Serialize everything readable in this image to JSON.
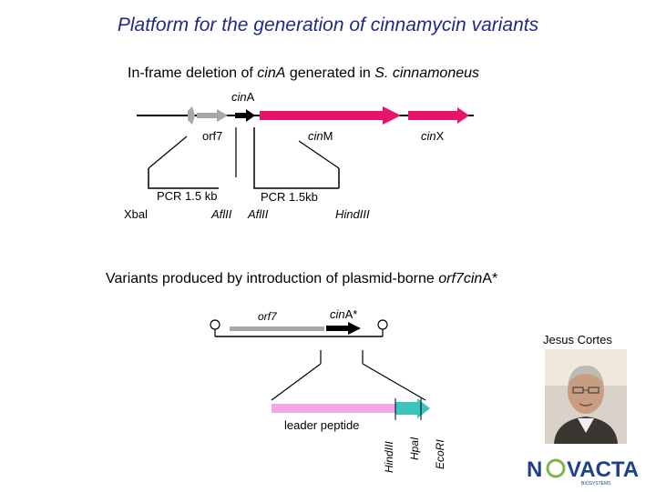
{
  "title": "Platform for the generation of cinnamycin variants",
  "top_section": {
    "heading_prefix": "In-frame deletion of ",
    "heading_gene": "cinA",
    "heading_mid": " generated in ",
    "heading_species": "S. cinnamoneus",
    "gene_cinA": "cin",
    "gene_cinA_suffix": "A",
    "gene_orf7": "orf7",
    "gene_cinM": "cin",
    "gene_cinM_suffix": "M",
    "gene_cinX": "cin",
    "gene_cinX_suffix": "X",
    "pcr_left": "PCR 1.5 kb",
    "pcr_right": "PCR 1.5kb",
    "site_xbal": "Xbal",
    "site_aflii_1": "AflII",
    "site_aflii_2": "AflII",
    "site_hindiii": "HindIII"
  },
  "bottom_section": {
    "heading_prefix": "Variants produced by introduction of plasmid-borne ",
    "heading_italic": "orf7cin",
    "heading_suffix": "A*",
    "gene_orf7": "orf7",
    "gene_cinA_star": "cin",
    "gene_cinA_star_suffix": "A*",
    "leader_peptide": "leader peptide",
    "site_hindiii": "HindIII",
    "site_hpal": "HpaI",
    "site_ecori": "EcoRI"
  },
  "person_name": "Jesus Cortes",
  "logo": {
    "text_a": "N",
    "text_b": "VACTA",
    "tagline": "BIOSYSTEMS"
  },
  "colors": {
    "title": "#1f2a88",
    "cinM": "#e8146b",
    "orf7": "#a8a8a8",
    "leader": "#f4a6e6",
    "core": "#3cc4bf",
    "logo_blue": "#1f3f8f",
    "logo_green": "#7ab648"
  }
}
